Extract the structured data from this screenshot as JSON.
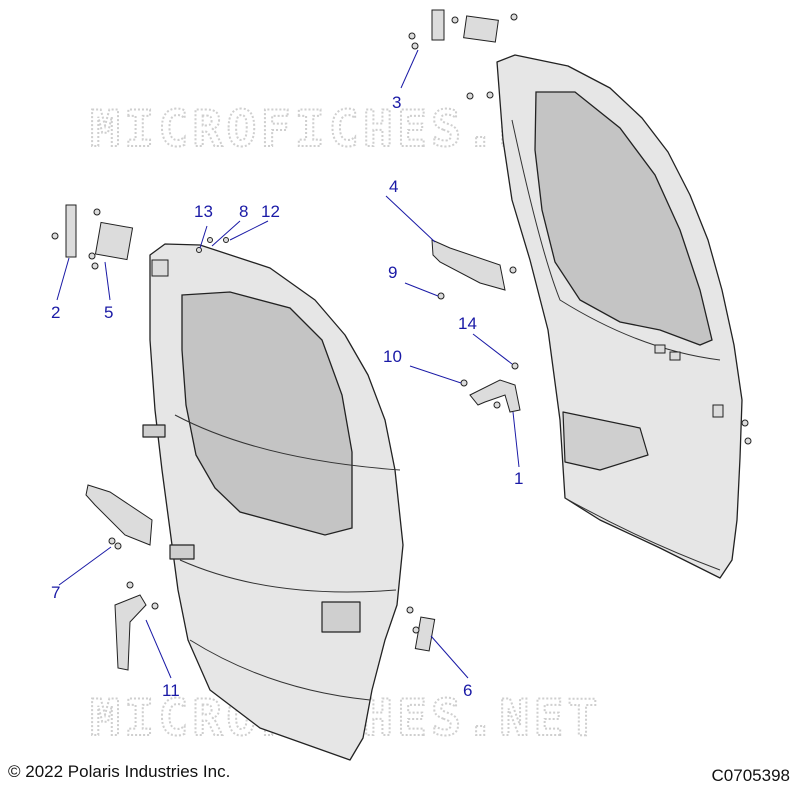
{
  "watermark": {
    "text": "MICROFICHES.NET"
  },
  "callouts": [
    "1",
    "2",
    "3",
    "4",
    "5",
    "6",
    "7",
    "8",
    "9",
    "10",
    "11",
    "12",
    "13",
    "14"
  ],
  "footer": {
    "copyright": "© 2022 Polaris Industries Inc.",
    "figure_id": "C0705398"
  },
  "colors": {
    "callout": "#1a1aa6",
    "part_fill": "#e6e6e6",
    "glass": "#c4c4c4"
  }
}
